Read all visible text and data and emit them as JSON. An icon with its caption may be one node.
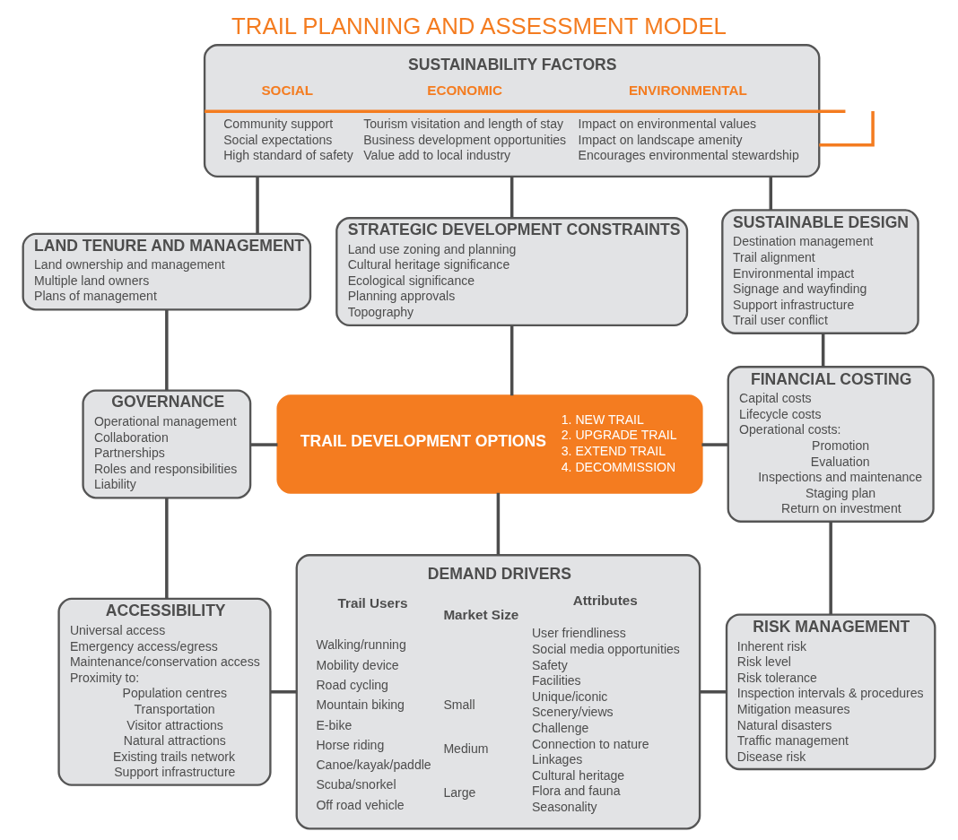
{
  "diagram": {
    "title": "TRAIL PLANNING AND ASSESSMENT MODEL",
    "nodes": [
      {
        "text": [
          "SUSTAINABILITY FACTORS",
          "SOCIAL",
          "Community support",
          "Social expectations",
          "High standard of safety",
          "ECONOMIC",
          "Tourism visitation and length of stay",
          "Business development opportunities",
          "Value add to local industry",
          "ENVIRONMENTAL",
          "Impact on environmental values",
          "Impact on landscape amenity",
          "Encourages environmental stewardship"
        ]
      },
      {
        "text": [
          "LAND TENURE AND MANAGEMENT",
          "Land ownership and management",
          "Multiple land owners",
          "Plans of management"
        ]
      },
      {
        "text": [
          "STRATEGIC DEVELOPMENT CONSTRAINTS",
          "Land use zoning and planning",
          "Cultural heritage significance",
          "Ecological significance",
          "Planning approvals",
          "Topography"
        ]
      },
      {
        "text": [
          "SUSTAINABLE DESIGN",
          "Destination management",
          "Trail alignment",
          "Environmental impact",
          "Signage and wayfinding",
          "Support infrastructure",
          "Trail user conflict"
        ]
      },
      {
        "text": [
          "GOVERNANCE",
          "Operational management",
          "Collaboration",
          "Partnerships",
          "Roles and responsibilities",
          "Liability"
        ]
      },
      {
        "text": [
          "TRAIL DEVELOPMENT OPTIONS",
          "1. NEW TRAIL",
          "2. UPGRADE TRAIL",
          "3. EXTEND TRAIL",
          "4. DECOMMISSION"
        ]
      },
      {
        "text": [
          "FINANCIAL COSTING",
          "Capital costs",
          "Lifecycle costs",
          "Operational costs:",
          "Promotion",
          "Evaluation",
          "Inspections and maintenance",
          "Staging plan",
          "Return on investment"
        ]
      },
      {
        "text": [
          "ACCESSIBILITY",
          "Universal access",
          "Emergency access/egress",
          "Maintenance/conservation access",
          "Proximity to:",
          "Population centres",
          "Transportation",
          "Visitor attractions",
          "Natural attractions",
          "Existing trails network",
          "Support infrastructure"
        ]
      },
      {
        "text": [
          "DEMAND DRIVERS",
          "Trail Users",
          "Walking/running",
          "Mobility device",
          "Road cycling",
          "Mountain biking",
          "E-bike",
          "Horse riding",
          "Canoe/kayak/paddle",
          "Scuba/snorkel",
          "Off road vehicle",
          "Market Size",
          "Small",
          "Medium",
          "Large",
          "Attributes",
          "User friendliness",
          "Social media opportunities",
          "Safety",
          "Facilities",
          "Unique/iconic",
          "Scenery/views",
          "Challenge",
          "Connection to nature",
          "Linkages",
          "Cultural heritage",
          "Flora and fauna",
          "Seasonality"
        ]
      },
      {
        "text": [
          "RISK MANAGEMENT",
          "Inherent risk",
          "Risk level",
          "Risk tolerance",
          "Inspection intervals & procedures",
          "Mitigation measures",
          "Natural disasters",
          "Traffic management",
          "Disease risk"
        ]
      }
    ],
    "edges": [
      {
        "from": 0,
        "to": 1,
        "arrow": "none"
      },
      {
        "from": 0,
        "to": 2,
        "arrow": "none"
      },
      {
        "from": 0,
        "to": 3,
        "arrow": "none"
      },
      {
        "from": 0,
        "to": null,
        "arrow": "none",
        "color": "#f47c20"
      },
      {
        "from": 0,
        "to": null,
        "arrow": "none",
        "color": "#f47c20"
      },
      {
        "from": 1,
        "to": 4,
        "arrow": "none"
      },
      {
        "from": 2,
        "to": 5,
        "arrow": "none"
      },
      {
        "from": 3,
        "to": 6,
        "arrow": "none"
      },
      {
        "from": 4,
        "to": 5,
        "arrow": "none"
      },
      {
        "from": 5,
        "to": 6,
        "arrow": "none"
      },
      {
        "from": 4,
        "to": 7,
        "arrow": "none"
      },
      {
        "from": 5,
        "to": 8,
        "arrow": "none"
      },
      {
        "from": 6,
        "to": 9,
        "arrow": "none"
      },
      {
        "from": 7,
        "to": 8,
        "arrow": "none"
      },
      {
        "from": 8,
        "to": 9,
        "arrow": "none"
      }
    ]
  }
}
